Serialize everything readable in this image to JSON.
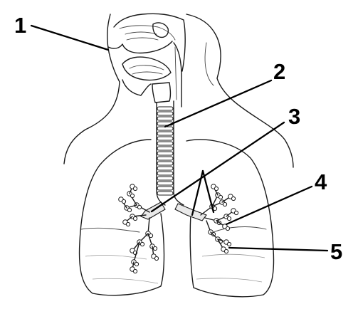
{
  "labels": [
    {
      "text": "1",
      "structure": "nasal-cavity"
    },
    {
      "text": "2",
      "structure": "trachea"
    },
    {
      "text": "3",
      "structure": "bronchi"
    },
    {
      "text": "4",
      "structure": "bronchioles"
    },
    {
      "text": "5",
      "structure": "alveoli"
    }
  ]
}
